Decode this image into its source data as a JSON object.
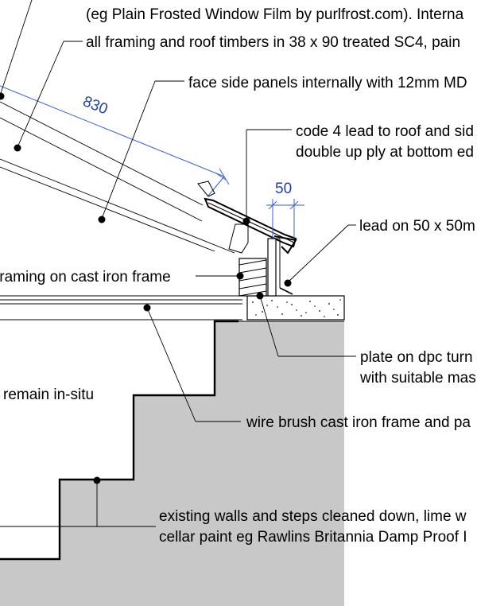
{
  "colors": {
    "masonry": "#c8c8c8",
    "dimension": "#1f3fb0",
    "line": "#000000",
    "background": "#ffffff"
  },
  "annotations": {
    "film_note": "(eg Plain Frosted Window Film by purlfrost.com). Interna",
    "framing_note": "all framing and roof timbers in 38 x 90 treated SC4, pain",
    "panels_note": "face side panels internally with 12mm MD",
    "lead_note_line1": "code 4 lead to roof and sid",
    "lead_note_line2": "double up ply at bottom ed",
    "lead_batten_note": "lead on 50 x 50m",
    "cast_iron_framing_note": "framing on cast iron frame",
    "plate_note_line1": "plate on dpc turn",
    "plate_note_line2": "with suitable mas",
    "in_situ_note": "remain in-situ",
    "wire_brush_note": "wire brush cast iron frame and pa",
    "walls_note_line1": "existing walls and steps cleaned down, lime w",
    "walls_note_line2": "cellar paint eg Rawlins Britannia Damp Proof I"
  },
  "dimensions": {
    "slope_length": "830",
    "batten_width": "50"
  }
}
